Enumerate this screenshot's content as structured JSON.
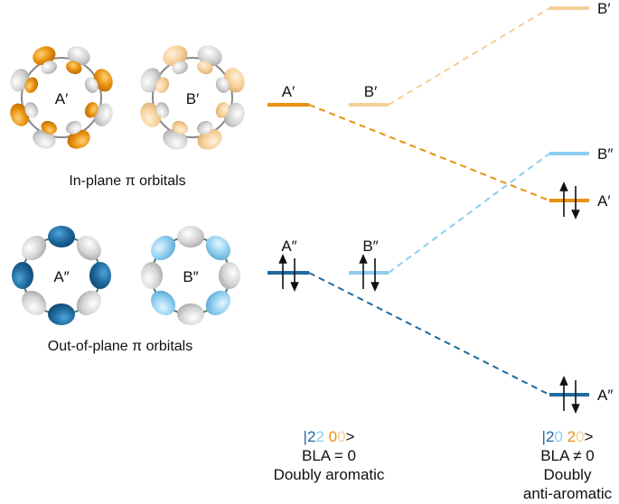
{
  "colors": {
    "orange": "#E8920F",
    "light_orange": "#F6CF98",
    "dark_blue": "#1F6A9F",
    "light_blue": "#8DCDEF",
    "grey": "#D5D5D5",
    "text": "#111111"
  },
  "orbitals": {
    "in_plane_caption": "In-plane π orbitals",
    "out_of_plane_caption": "Out-of-plane π orbitals",
    "in_plane_a": "A′",
    "in_plane_b": "B′",
    "out_plane_a": "A″",
    "out_plane_b": "B″"
  },
  "levels": {
    "left": {
      "a_prime": "A′",
      "b_prime": "B′",
      "a_dprime": "A″",
      "b_dprime": "B″"
    },
    "right": {
      "b_prime": "B′",
      "b_dprime": "B″",
      "a_prime": "A′",
      "a_dprime": "A″"
    }
  },
  "states": {
    "left": {
      "bar1": "|",
      "d1": "2",
      "d2": "2",
      "d3": "0",
      "d4": "0",
      "close": ">",
      "bla": "BLA = 0",
      "desc": "Doubly aromatic"
    },
    "right": {
      "bar1": "|",
      "d1": "2",
      "d2": "0",
      "d3": "2",
      "d4": "0",
      "close": ">",
      "bla": "BLA ≠ 0",
      "desc1": "Doubly",
      "desc2": "anti-aromatic"
    }
  }
}
